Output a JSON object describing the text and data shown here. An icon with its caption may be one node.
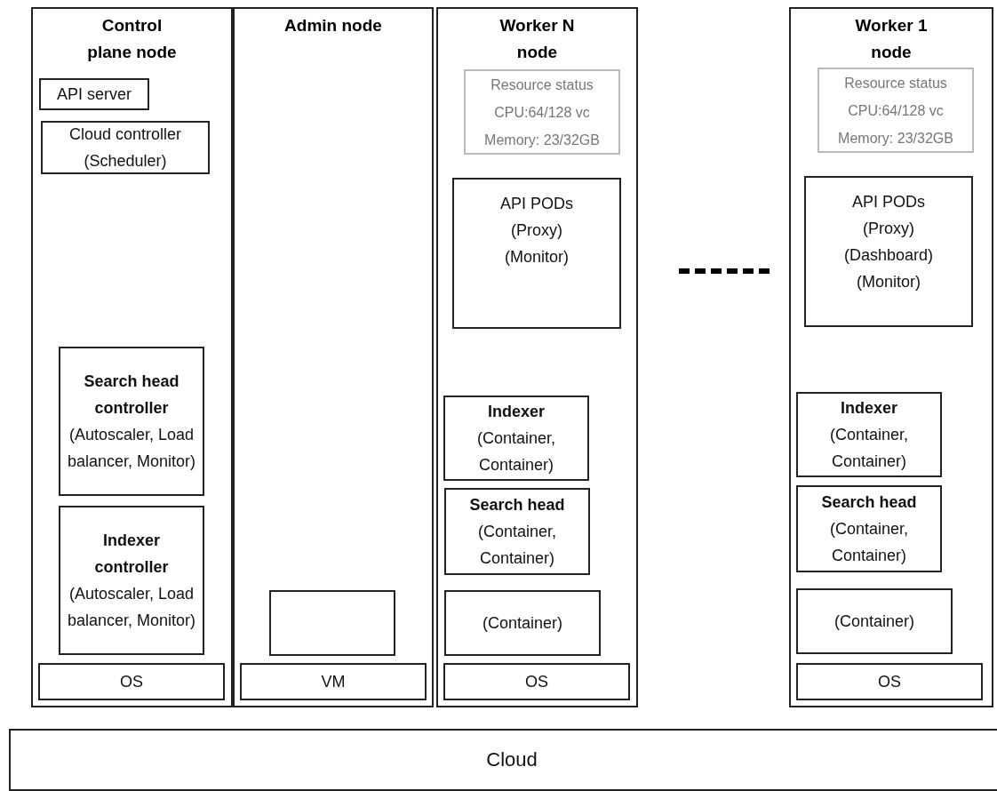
{
  "diagram": {
    "nodes": [
      {
        "text": [
          "Control plane node"
        ]
      },
      {
        "text": [
          "API server"
        ],
        "in": 0
      },
      {
        "text": [
          "Cloud controller (Scheduler)"
        ],
        "in": 0
      },
      {
        "text": [
          "Search head controller",
          "(Autoscaler, Load balancer, Monitor)"
        ],
        "in": 0
      },
      {
        "text": [
          "Indexer controller",
          "(Autoscaler, Load balancer, Monitor)"
        ],
        "in": 0
      },
      {
        "text": [
          "OS"
        ],
        "in": 0
      },
      {
        "text": [
          "Admin node"
        ]
      },
      {
        "text": [],
        "shape": "box",
        "in": 6
      },
      {
        "text": [
          "VM"
        ],
        "in": 6
      },
      {
        "text": [
          "Worker N node"
        ]
      },
      {
        "text": [
          "Resource status",
          "CPU:64/128 vc",
          "Memory: 23/32GB"
        ],
        "in": 9
      },
      {
        "text": [
          "API PODs (Proxy) (Monitor)"
        ],
        "in": 9
      },
      {
        "text": [
          "Indexer",
          "(Container, Container)"
        ],
        "in": 9
      },
      {
        "text": [
          "Search head",
          "(Container, Container)"
        ],
        "in": 9
      },
      {
        "text": [
          "(Container)"
        ],
        "in": 9
      },
      {
        "text": [
          "OS"
        ],
        "in": 9
      },
      {
        "text": [
          "Worker 1 node"
        ]
      },
      {
        "text": [
          "Resource status",
          "CPU:64/128 vc",
          "Memory: 23/32GB"
        ],
        "in": 16
      },
      {
        "text": [
          "API PODs (Proxy) (Dashboard) (Monitor)"
        ],
        "in": 16
      },
      {
        "text": [
          "Indexer",
          "(Container, Container)"
        ],
        "in": 16
      },
      {
        "text": [
          "Search head",
          "(Container, Container)"
        ],
        "in": 16
      },
      {
        "text": [
          "(Container)"
        ],
        "in": 16
      },
      {
        "text": [
          "OS"
        ],
        "in": 16
      },
      {
        "text": [
          "Cloud"
        ]
      }
    ],
    "edges": []
  }
}
